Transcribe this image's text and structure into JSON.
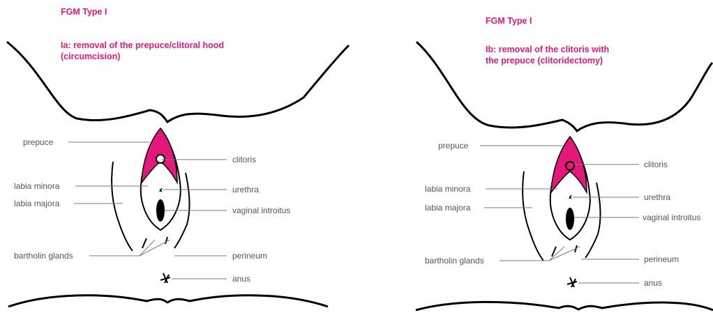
{
  "colors": {
    "accent": "#e2197a",
    "label": "#555555",
    "line": "#000000",
    "leader": "#7a7a7a"
  },
  "left": {
    "title": "FGM Type I",
    "subtitle_tag": "Ia:",
    "subtitle_line1": " removal of the prepuce/clitoral hood",
    "subtitle_line2": "(circumcision)",
    "labels": {
      "prepuce": "prepuce",
      "clitoris": "clitoris",
      "labia_minora": "labia minora",
      "urethra": "urethra",
      "labia_majora": "labia majora",
      "vaginal_introitus": "vaginal introitus",
      "bartholin_glands": "bartholin glands",
      "perineum": "perineum",
      "anus": "anus"
    }
  },
  "right": {
    "title": "FGM Type I",
    "subtitle_tag": "Ib:",
    "subtitle_line1": " removal of the clitoris with",
    "subtitle_line2": "the prepuce (clitoridectomy)",
    "labels": {
      "prepuce": "prepuce",
      "clitoris": "clitoris",
      "labia_minora": "labia minora",
      "urethra": "urethra",
      "labia_majora": "labia majora",
      "vaginal_introitus": "vaginal introitus",
      "bartholin_glands": "bartholin glands",
      "perineum": "perineum",
      "anus": "anus"
    }
  }
}
